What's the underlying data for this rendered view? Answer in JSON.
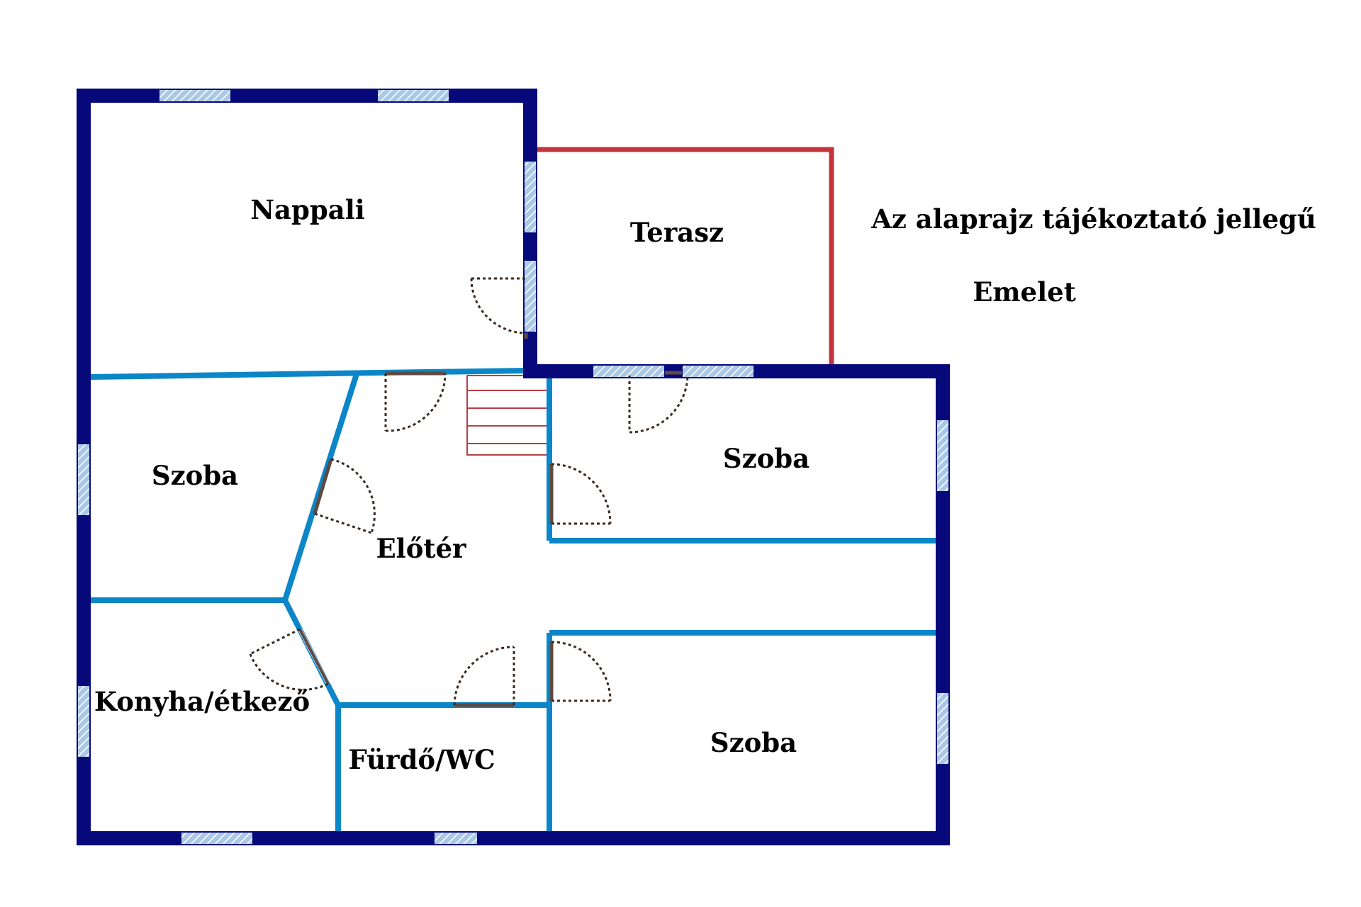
{
  "notes": {
    "disclaimer": "Az alaprajz tájékoztató jellegű",
    "floor": "Emelet"
  },
  "rooms": {
    "nappali": "Nappali",
    "terasz": "Terasz",
    "szoba_left": "Szoba",
    "szoba_right_top": "Szoba",
    "szoba_right_bottom": "Szoba",
    "eloter": "Előtér",
    "konyha": "Konyha/étkező",
    "furdo": "Fürdő/WC"
  },
  "colors": {
    "outer_wall": "#07087a",
    "inner_wall": "#0b86c8",
    "terrace_outline": "#c4343a",
    "window_fill": "#aac8e6",
    "window_hatch": "#ffffff",
    "door_swing": "#3a2a20",
    "door_leaf": "#5e4a40",
    "stairs": "#b84048"
  }
}
